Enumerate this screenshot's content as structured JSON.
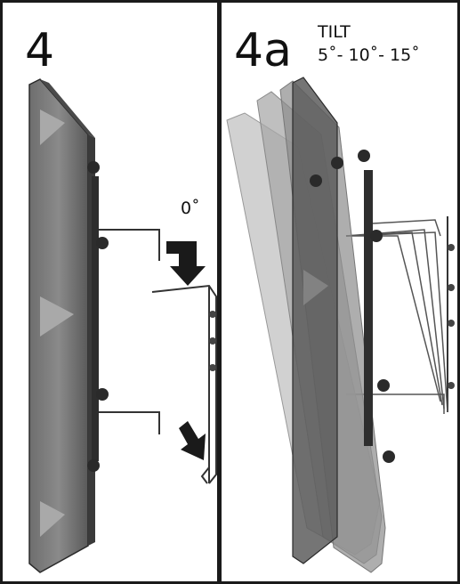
{
  "steps": {
    "left": {
      "label": "4",
      "angle_label": "0˚"
    },
    "right": {
      "label": "4a",
      "tilt_title": "TILT",
      "tilt_angles": "5˚- 10˚- 15˚"
    }
  },
  "colors": {
    "border": "#1a1a1a",
    "tv_body": "#7a7a7a",
    "tv_dark": "#3c3c3c",
    "bracket": "#333333",
    "ghost_light": "#bdbdbd",
    "ghost_mid": "#9e9e9e"
  },
  "icons": [
    "down-arrow-icon",
    "diagonal-arrow-icon"
  ]
}
